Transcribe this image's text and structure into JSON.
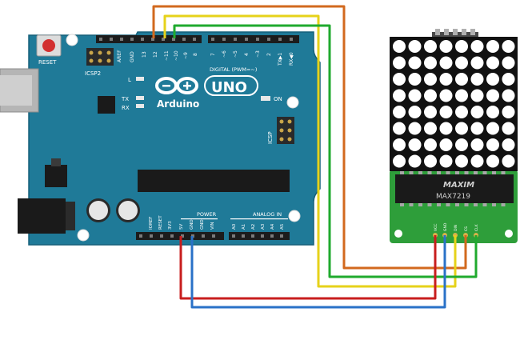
{
  "arduino": {
    "brand_name": "Arduino",
    "model": "UNO",
    "reset_label": "RESET",
    "icsp2_label": "ICSP2",
    "icsp_label": "ICSP",
    "led_l_label": "L",
    "led_tx_label": "TX",
    "led_rx_label": "RX",
    "on_label": "ON",
    "digital_header_label": "DIGITAL (PWM=~)",
    "power_label": "POWER",
    "analog_label": "ANALOG IN",
    "aref_label": "AREF",
    "gnd_top_label": "GND",
    "digital_pins_left": [
      "13",
      "12",
      "~11",
      "~10",
      "~9",
      "8"
    ],
    "digital_pins_right": [
      "7",
      "~6",
      "~5",
      "4",
      "~3",
      "2",
      "TX▶1",
      "RX◀0"
    ],
    "power_pins": [
      "IOREF",
      "RESET",
      "3V3",
      "5V",
      "GND",
      "GND",
      "VIN"
    ],
    "analog_pins": [
      "A0",
      "A1",
      "A2",
      "A3",
      "A4",
      "A5"
    ],
    "board_color": "#1f7a98"
  },
  "module": {
    "chip_brand": "MAXIM",
    "chip_name": "MAX7219",
    "pin_labels": [
      "VCC",
      "GND",
      "DIN",
      "CS",
      "CLK"
    ],
    "matrix_rows": 8,
    "matrix_cols": 8,
    "led_color": "#ffffff",
    "board_color": "#2e9e3a"
  },
  "wires": [
    {
      "from": "12",
      "to": "CS",
      "color": "#d2691e"
    },
    {
      "from": "11",
      "to": "DIN",
      "color": "#e6d21a"
    },
    {
      "from": "10",
      "to": "CLK",
      "color": "#1faa2e"
    },
    {
      "from": "5V",
      "to": "VCC",
      "color": "#c81e1e"
    },
    {
      "from": "GND",
      "to": "GND",
      "color": "#2a72c8"
    }
  ]
}
